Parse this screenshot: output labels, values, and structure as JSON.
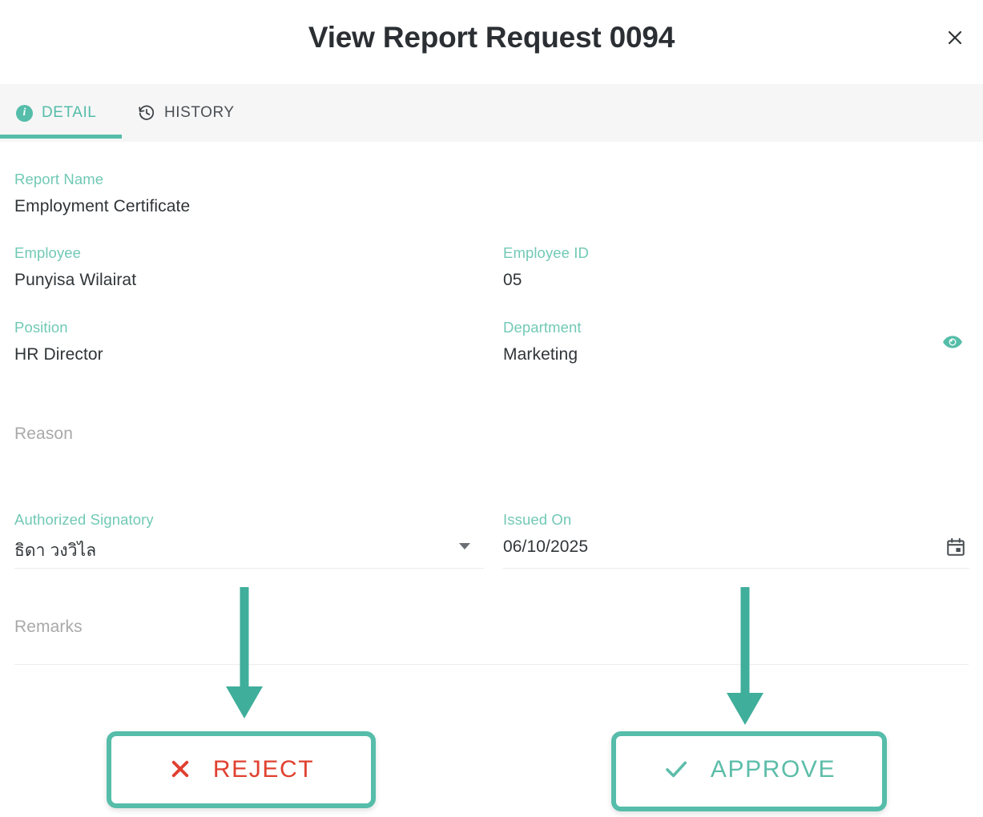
{
  "dialog": {
    "title": "View Report Request 0094",
    "close_icon": "close-icon"
  },
  "tabs": [
    {
      "id": "detail",
      "label": "DETAIL",
      "icon": "info-circle-icon",
      "active": true
    },
    {
      "id": "history",
      "label": "HISTORY",
      "icon": "history-icon",
      "active": false
    }
  ],
  "fields": {
    "report_name": {
      "label": "Report Name",
      "value": "Employment Certificate"
    },
    "employee": {
      "label": "Employee",
      "value": "Punyisa Wilairat"
    },
    "employee_id": {
      "label": "Employee ID",
      "value": "05"
    },
    "position": {
      "label": "Position",
      "value": "HR Director"
    },
    "department": {
      "label": "Department",
      "value": "Marketing"
    },
    "reason": {
      "label": "Reason",
      "placeholder": "Reason",
      "value": ""
    },
    "signatory": {
      "label": "Authorized Signatory",
      "value": "ธิดา วงวิไล",
      "icon": "chevron-down-icon"
    },
    "issued_on": {
      "label": "Issued On",
      "value": "06/10/2025",
      "icon": "calendar-icon"
    },
    "remarks": {
      "label": "Remarks",
      "placeholder": "Remarks",
      "value": ""
    }
  },
  "preview": {
    "icon": "eye-icon"
  },
  "actions": {
    "reject": {
      "label": "REJECT",
      "icon": "x-icon",
      "color": "#e04030"
    },
    "approve": {
      "label": "APPROVE",
      "icon": "check-icon",
      "color": "#5cbda9"
    }
  },
  "colors": {
    "accent_teal": "#55bda9",
    "label_teal": "#71c9b6",
    "reject_red": "#e04030",
    "text_dark": "#303538",
    "placeholder_gray": "#a9a9a9",
    "tabbar_bg": "#f6f6f6"
  }
}
